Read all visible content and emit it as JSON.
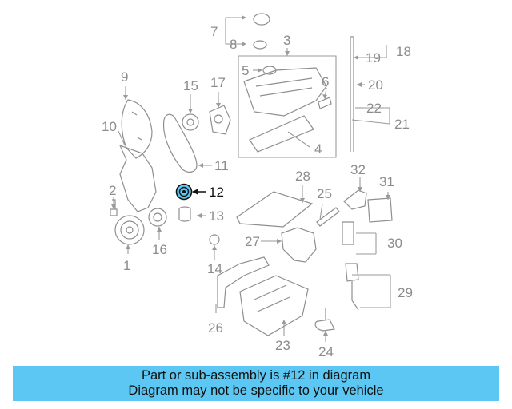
{
  "diagram": {
    "highlight_color": "#5cc7f2",
    "highlighted_part": "12",
    "labels": {
      "p1": "1",
      "p2": "2",
      "p3": "3",
      "p4": "4",
      "p5": "5",
      "p6": "6",
      "p7": "7",
      "p8": "8",
      "p9": "9",
      "p10": "10",
      "p11": "11",
      "p12": "12",
      "p13": "13",
      "p14": "14",
      "p15": "15",
      "p16": "16",
      "p17": "17",
      "p18": "18",
      "p19": "19",
      "p20": "20",
      "p21": "21",
      "p22": "22",
      "p23": "23",
      "p24": "24",
      "p25": "25",
      "p26": "26",
      "p27": "27",
      "p28": "28",
      "p29": "29",
      "p30": "30",
      "p31": "31",
      "p32": "32"
    }
  },
  "banner": {
    "line1": "Part or sub-assembly is #12 in diagram",
    "line2": "Diagram may not be specific to your vehicle"
  }
}
